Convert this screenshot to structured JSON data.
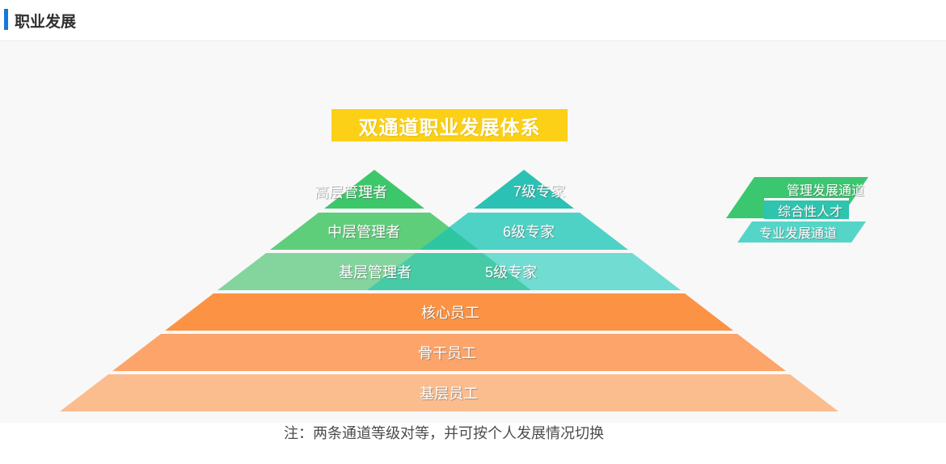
{
  "page": {
    "background": "#f8f8f8",
    "header_background": "#ffffff"
  },
  "header": {
    "title": "职业发展",
    "accent_color": "#1678d9"
  },
  "banner": {
    "title": "双通道职业发展体系",
    "background": "#fcd016"
  },
  "diagram": {
    "management_channel": {
      "tiers": [
        {
          "label": "高层管理者",
          "color": "#3dc76b"
        },
        {
          "label": "中层管理者",
          "color": "#5fce7b"
        },
        {
          "label": "基层管理者",
          "color": "#83d59d"
        }
      ]
    },
    "professional_channel": {
      "tiers": [
        {
          "label": "7级专家",
          "color": "#2bc1b4"
        },
        {
          "label": "6级专家",
          "color": "#4fd2c6"
        },
        {
          "label": "5级专家",
          "color": "#70dcd2"
        }
      ]
    },
    "shared_tiers": [
      {
        "label": "核心员工",
        "color": "#fc9344"
      },
      {
        "label": "骨干员工",
        "color": "#fca469"
      },
      {
        "label": "基层员工",
        "color": "#fcbd8e"
      }
    ],
    "overlap_colors": {
      "tier2": "#2ec6a1",
      "tier3": "#46cba6"
    }
  },
  "legend": {
    "items": [
      {
        "label": "管理发展通道",
        "color": "#3bc76f"
      },
      {
        "label": "综合性人才",
        "color": "#2ec4ae"
      },
      {
        "label": "专业发展通道",
        "color": "#54d5c8"
      }
    ]
  },
  "note": {
    "text": "注：两条通道等级对等，并可按个人发展情况切换"
  }
}
